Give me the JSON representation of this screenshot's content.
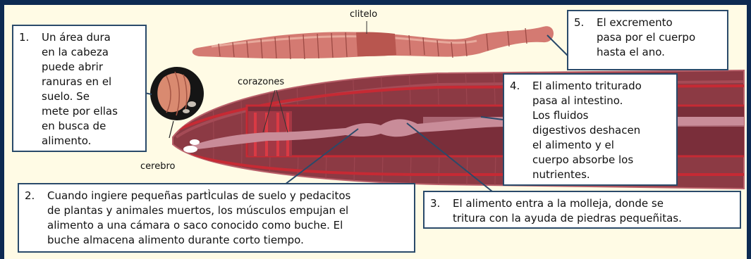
{
  "colors": {
    "frame": "#0d2a52",
    "background": "#fffbe5",
    "worm_body": "#8c3a44",
    "worm_light": "#d9868d",
    "vessel": "#c62a34",
    "gut": "#c98c99",
    "box_border": "#2a4a6a"
  },
  "labels": {
    "clitelo": "clitelo",
    "corazones": "corazones",
    "cerebro": "cerebro"
  },
  "steps": [
    {
      "num": "1.",
      "text": "Un área dura\nen la cabeza\npuede abrir\nranuras en el\nsuelo. Se\nmete por ellas\nen busca de\nalimento."
    },
    {
      "num": "2.",
      "text": "Cuando ingiere pequeñas partÌculas de suelo y pedacitos\nde plantas y animales muertos, los músculos empujan el\nalimento a una cámara o saco conocido como buche. El\nbuche almacena alimento durante corto tiempo."
    },
    {
      "num": "3.",
      "text": "El alimento entra a la molleja, donde se\ntritura con la ayuda de piedras pequeñitas."
    },
    {
      "num": "4.",
      "text": "El alimento triturado\npasa al intestino.\nLos fluidos\ndigestivos deshacen\nel alimento y el\ncuerpo absorbe los\nnutrientes."
    },
    {
      "num": "5.",
      "text": "El excremento\npasa por el cuerpo\nhasta el ano."
    }
  ]
}
